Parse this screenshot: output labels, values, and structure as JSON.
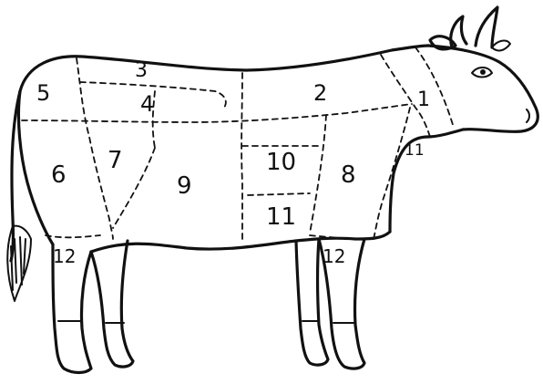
{
  "diagram": {
    "line_color": "#111111",
    "background": "#ffffff",
    "cuts": [
      {
        "id": "cut-1",
        "label": "1"
      },
      {
        "id": "cut-2",
        "label": "2"
      },
      {
        "id": "cut-3",
        "label": "3"
      },
      {
        "id": "cut-4",
        "label": "4"
      },
      {
        "id": "cut-5",
        "label": "5"
      },
      {
        "id": "cut-6",
        "label": "6"
      },
      {
        "id": "cut-7",
        "label": "7"
      },
      {
        "id": "cut-8",
        "label": "8"
      },
      {
        "id": "cut-9",
        "label": "9"
      },
      {
        "id": "cut-10",
        "label": "10"
      },
      {
        "id": "cut-11-neck",
        "label": "11"
      },
      {
        "id": "cut-11-belly",
        "label": "11"
      },
      {
        "id": "cut-12-rear",
        "label": "12"
      },
      {
        "id": "cut-12-front",
        "label": "12"
      }
    ]
  }
}
